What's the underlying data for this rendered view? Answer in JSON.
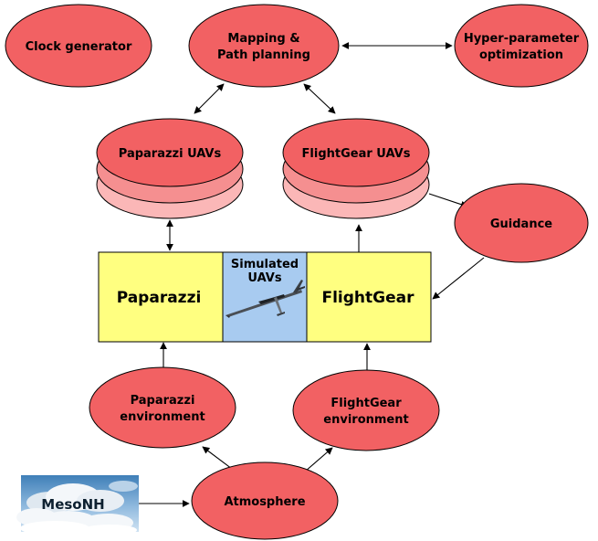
{
  "nodes": {
    "clock_generator": "Clock generator",
    "mapping_line1": "Mapping &",
    "mapping_line2": "Path planning",
    "hyper_line1": "Hyper-parameter",
    "hyper_line2": "optimization",
    "paparazzi_uavs": "Paparazzi UAVs",
    "flightgear_uavs": "FlightGear UAVs",
    "guidance": "Guidance",
    "paparazzi_env_line1": "Paparazzi",
    "paparazzi_env_line2": "environment",
    "flightgear_env_line1": "FlightGear",
    "flightgear_env_line2": "environment",
    "atmosphere": "Atmosphere",
    "mesonh": "MesoNH"
  },
  "simulator_box": {
    "paparazzi": "Paparazzi",
    "simulated_line1": "Simulated",
    "simulated_line2": "UAVs",
    "flightgear": "FlightGear"
  },
  "colors": {
    "node_fill": "#f26163",
    "stack_mid": "#f58f90",
    "stack_bottom": "#fbb7b7",
    "box_yellow": "#ffff80",
    "box_blue": "#a8cbf0"
  },
  "icons": {
    "glider": "glider-icon",
    "clouds": "cloud-sky-image"
  }
}
